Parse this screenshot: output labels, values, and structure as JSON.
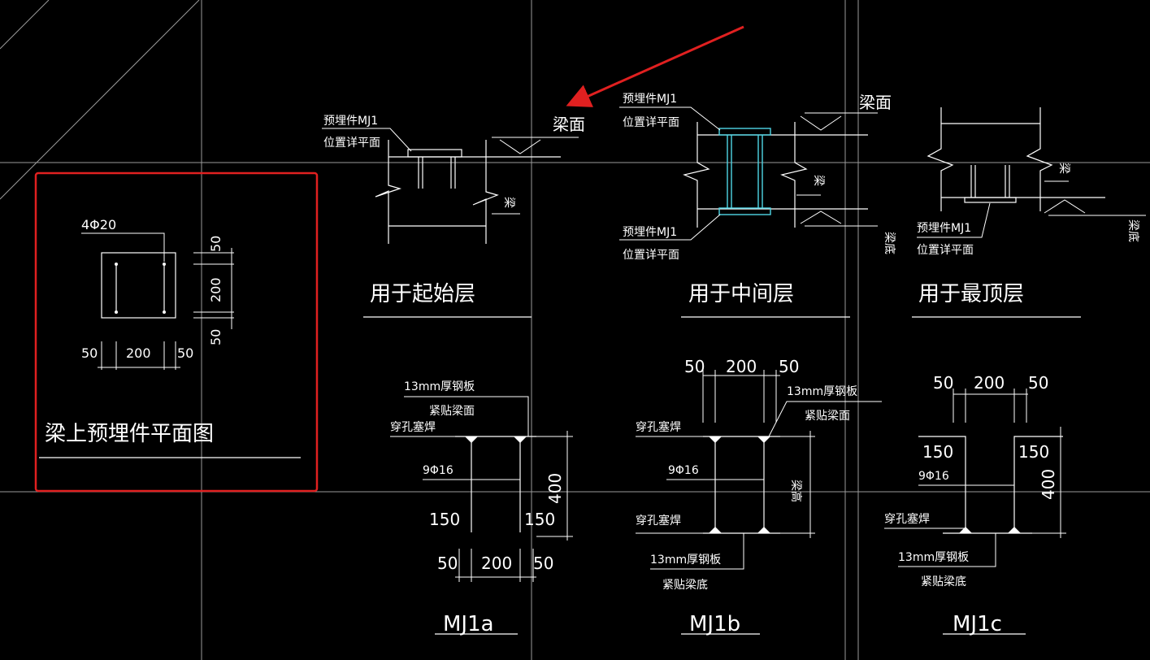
{
  "colors": {
    "background": "#000000",
    "lines": "#ffffff",
    "grid": "#9a9a9a",
    "highlight_box": "#e02020",
    "arrow": "#e02020",
    "steel_plate": "#4fd6e6"
  },
  "plan": {
    "title": "梁上预埋件平面图",
    "bars": "4Φ20",
    "dim_50": "50",
    "dim_200": "200"
  },
  "details": {
    "start": {
      "caption": "用于起始层"
    },
    "middle": {
      "caption": "用于中间层"
    },
    "top": {
      "caption": "用于最顶层"
    },
    "note_line1": "预埋件MJ1",
    "note_line2": "位置详平面",
    "beam_face": "梁面",
    "beam": "梁",
    "beam_bottom": "梁底"
  },
  "mj": {
    "mj1a": {
      "name": "MJ1a",
      "plate": "13mm厚钢板",
      "plate_note": "紧贴梁面",
      "weld": "穿孔塞焊",
      "bars": "9Φ16",
      "dim_150": "150",
      "dim_400": "400",
      "dim_50": "50",
      "dim_200": "200"
    },
    "mj1b": {
      "name": "MJ1b",
      "plate_top": "13mm厚钢板",
      "plate_top_note": "紧贴梁面",
      "weld": "穿孔塞焊",
      "bars": "9Φ16",
      "height": "梁高",
      "plate_bottom": "13mm厚钢板",
      "plate_bottom_note": "紧贴梁底",
      "dim_50": "50",
      "dim_200": "200"
    },
    "mj1c": {
      "name": "MJ1c",
      "weld": "穿孔塞焊",
      "bars": "9Φ16",
      "plate": "13mm厚钢板",
      "plate_note": "紧贴梁底",
      "dim_150": "150",
      "dim_400": "400",
      "dim_50": "50",
      "dim_200": "200"
    }
  }
}
